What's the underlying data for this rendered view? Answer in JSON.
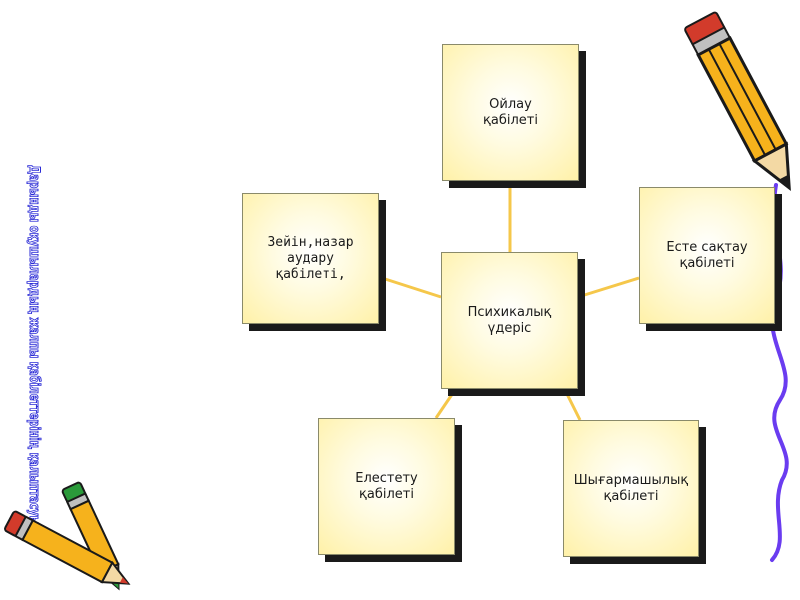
{
  "diagram": {
    "center": "Психикалық\nүдеріс",
    "top": "Ойлау\nқабілеті",
    "left": "Зейін,назар\nаудару\nқабілеті,",
    "right": "Есте сақтау\nқабілеті",
    "bottom_left": "Елестету\nқабілеті",
    "bottom_right": "Шығармашылық\nқабілеті"
  },
  "wordart": "Дарынды оқушылардың жалпы қабілеттерінің қалыптасуы",
  "colors": {
    "box_fill": "#fff1a8",
    "connector": "#f5c74a",
    "wordart_fill": "#ffffff",
    "wordart_stroke": "#2b2bd6",
    "ribbon": "#6a3cf0"
  },
  "icons": [
    "pencil-icon",
    "pencil-pair-icon",
    "ribbon-decoration"
  ]
}
